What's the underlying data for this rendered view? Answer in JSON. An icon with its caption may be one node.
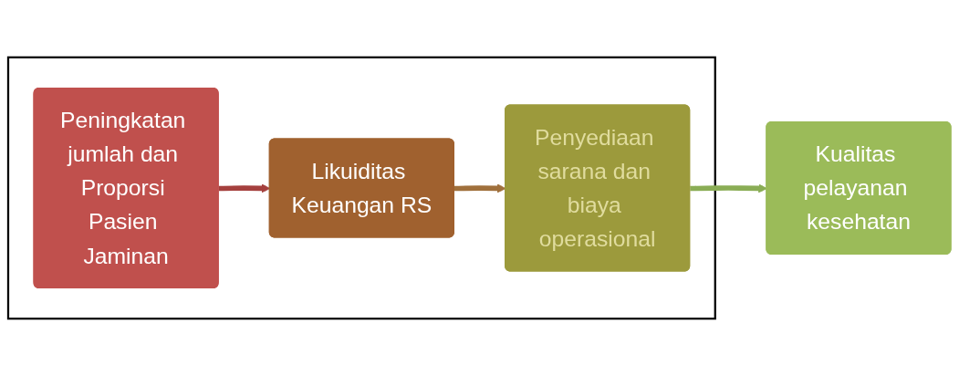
{
  "diagram": {
    "nodes": [
      {
        "text": [],
        "shape": "box"
      },
      {
        "text": [
          "Peningkatan jumlah dan Proporsi Pasien Jaminan"
        ],
        "in": 0
      },
      {
        "text": [
          "Likuiditas Keuangan RS"
        ],
        "in": 0
      },
      {
        "text": [
          "Penyediaan sarana dan biaya operasional"
        ],
        "in": 0
      },
      {
        "text": [
          "Kualitas pelayanan kesehatan"
        ]
      }
    ],
    "edges": [
      {
        "from": 1,
        "to": 2,
        "arrow": "to",
        "color": "#a5403e"
      },
      {
        "from": 2,
        "to": 3,
        "arrow": "to",
        "color": "#a0703c"
      },
      {
        "from": 3,
        "to": 4,
        "arrow": "to",
        "color": "#8aad55"
      }
    ]
  }
}
